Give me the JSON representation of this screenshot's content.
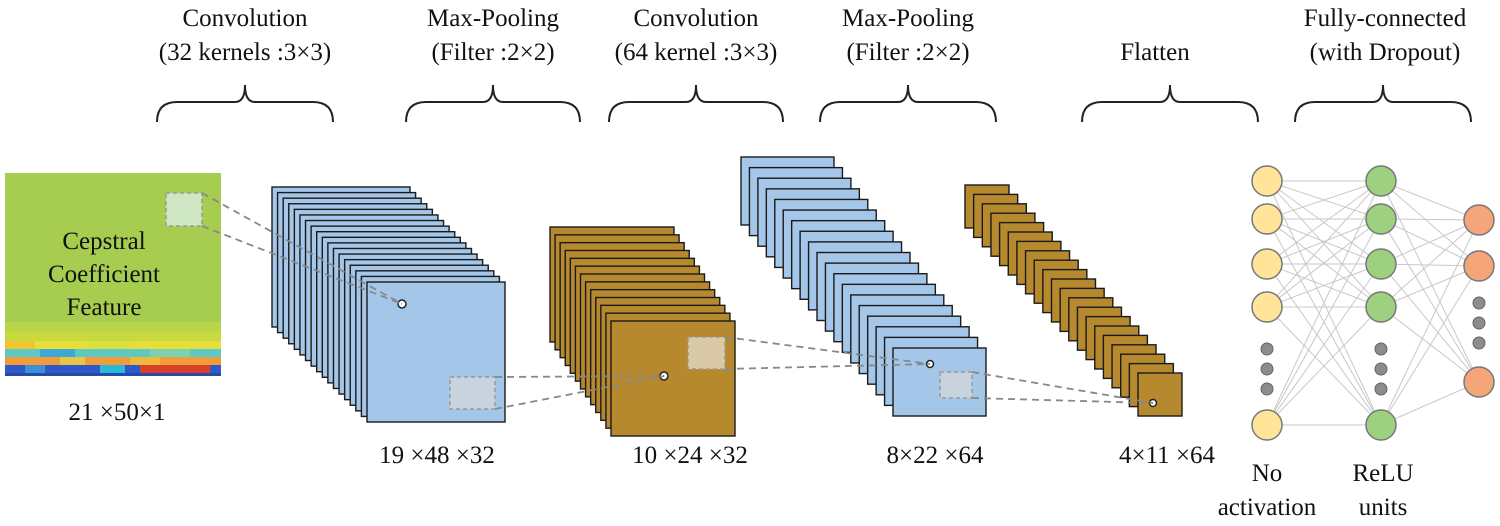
{
  "stages": [
    {
      "title": "Convolution",
      "subtitle": "(32 kernels :3×3)"
    },
    {
      "title": "Max-Pooling",
      "subtitle": "(Filter :2×2)"
    },
    {
      "title": "Convolution",
      "subtitle": "(64 kernel :3×3)"
    },
    {
      "title": "Max-Pooling",
      "subtitle": "(Filter :2×2)"
    },
    {
      "title": "Flatten",
      "subtitle": ""
    },
    {
      "title": "Fully-connected",
      "subtitle": "(with Dropout)"
    }
  ],
  "input": {
    "label_lines": [
      "Cepstral",
      "Coefficient",
      "Feature"
    ],
    "dims": "21 ×50×1"
  },
  "feature_maps": [
    {
      "dims": "19 ×48 ×32",
      "color": "#a4c6e8"
    },
    {
      "dims": "10 ×24 ×32",
      "color": "#b6892f"
    },
    {
      "dims": "8×22 ×64",
      "color": "#a4c6e8"
    },
    {
      "dims": "4×11 ×64",
      "color": "#b6892f"
    }
  ],
  "dense": {
    "layer1_label": [
      "No",
      "activation"
    ],
    "layer2_label": [
      "ReLU",
      "units"
    ],
    "colors": {
      "layer1": "#ffe49a",
      "layer2": "#9dd07f",
      "layer3": "#f4a57a"
    }
  },
  "colors": {
    "input_green": "#9ec94a",
    "line": "#333333"
  }
}
